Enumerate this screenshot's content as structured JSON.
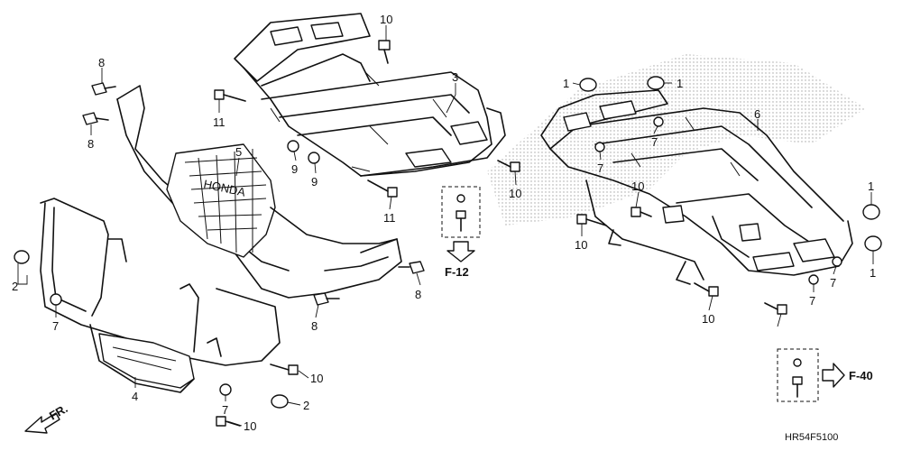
{
  "callouts": [
    {
      "id": "c-10-top",
      "text": "10"
    },
    {
      "id": "c-8-a",
      "text": "8"
    },
    {
      "id": "c-8-b",
      "text": "8"
    },
    {
      "id": "c-11-a",
      "text": "11"
    },
    {
      "id": "c-3",
      "text": "3"
    },
    {
      "id": "c-5",
      "text": "5"
    },
    {
      "id": "c-9-a",
      "text": "9"
    },
    {
      "id": "c-9-b",
      "text": "9"
    },
    {
      "id": "c-11-b",
      "text": "11"
    },
    {
      "id": "c-10-mid",
      "text": "10"
    },
    {
      "id": "c-1-a",
      "text": "1"
    },
    {
      "id": "c-1-b",
      "text": "1"
    },
    {
      "id": "c-6",
      "text": "6"
    },
    {
      "id": "c-7-a",
      "text": "7"
    },
    {
      "id": "c-7-b",
      "text": "7"
    },
    {
      "id": "c-10-r1",
      "text": "10"
    },
    {
      "id": "c-10-r2",
      "text": "10"
    },
    {
      "id": "c-1-c",
      "text": "1"
    },
    {
      "id": "c-1-d",
      "text": "1"
    },
    {
      "id": "c-7-c",
      "text": "7"
    },
    {
      "id": "c-7-d",
      "text": "7"
    },
    {
      "id": "c-10-r3",
      "text": "10"
    },
    {
      "id": "c-2-a",
      "text": "2"
    },
    {
      "id": "c-7-e",
      "text": "7"
    },
    {
      "id": "c-8-c",
      "text": "8"
    },
    {
      "id": "c-8-d",
      "text": "8"
    },
    {
      "id": "c-10-b1",
      "text": "10"
    },
    {
      "id": "c-2-b",
      "text": "2"
    },
    {
      "id": "c-7-f",
      "text": "7"
    },
    {
      "id": "c-4",
      "text": "4"
    },
    {
      "id": "c-10-b2",
      "text": "10"
    }
  ],
  "refs": {
    "f12": "F-12",
    "f40": "F-40"
  },
  "direction_label": "FR.",
  "brand_mark": "HONDA",
  "diagram_code": "HR54F5100"
}
